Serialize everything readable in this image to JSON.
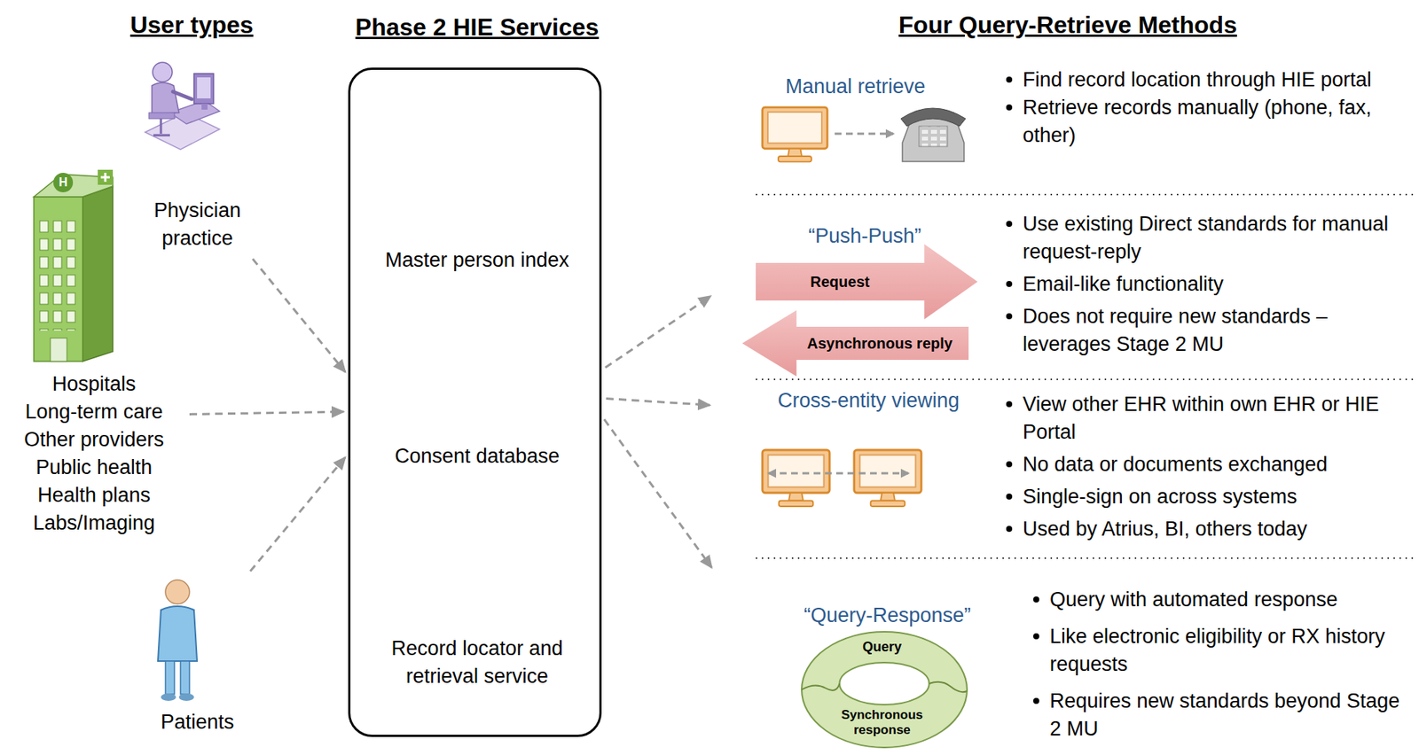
{
  "diagram": {
    "nodes": [
      {
        "text": [
          "Physician practice"
        ]
      },
      {
        "text": [
          "Hospitals",
          "Long-term care",
          "Other providers",
          "Public health",
          "Health plans",
          "Labs/Imaging"
        ]
      },
      {
        "text": [
          "Patients"
        ]
      },
      {
        "text": [
          "Phase 2 HIE Services"
        ]
      },
      {
        "text": [
          "Master person index"
        ],
        "in": 3
      },
      {
        "text": [
          "Consent database"
        ],
        "in": 3
      },
      {
        "text": [
          "Record locator and retrieval service"
        ],
        "in": 3
      },
      {
        "text": [
          "Manual retrieve",
          "Find record location through HIE portal",
          "Retrieve records manually (phone, fax, other)"
        ]
      },
      {
        "text": [
          "“Push-Push”",
          "Use existing Direct standards for manual request-reply",
          "Email-like functionality",
          "Does not require new standards – leverages Stage 2 MU"
        ]
      },
      {
        "text": [
          "Request"
        ],
        "in": 8
      },
      {
        "text": [
          "Asynchronous reply"
        ],
        "in": 8
      },
      {
        "text": [
          "Cross-entity viewing",
          "View other EHR within own EHR or HIE Portal",
          "No data or documents exchanged",
          "Single-sign on across systems",
          "Used by Atrius, BI, others today"
        ]
      },
      {
        "text": [
          "“Query-Response”",
          "Query with automated response",
          "Like electronic eligibility or RX history requests",
          "Requires new standards beyond Stage 2 MU"
        ]
      },
      {
        "text": [
          "Query",
          "Synchronous response"
        ],
        "in": 12
      }
    ],
    "edges": [
      {
        "from": 0,
        "to": 3,
        "arrow": "to"
      },
      {
        "from": 1,
        "to": 3,
        "arrow": "to"
      },
      {
        "from": 2,
        "to": 3,
        "arrow": "to"
      },
      {
        "from": 3,
        "to": 8,
        "arrow": "to"
      },
      {
        "from": 3,
        "to": 11,
        "arrow": "to"
      },
      {
        "from": 3,
        "to": 12,
        "arrow": "to"
      }
    ],
    "labels": [
      "User types",
      "Four Query-Retrieve Methods",
      "H"
    ]
  }
}
